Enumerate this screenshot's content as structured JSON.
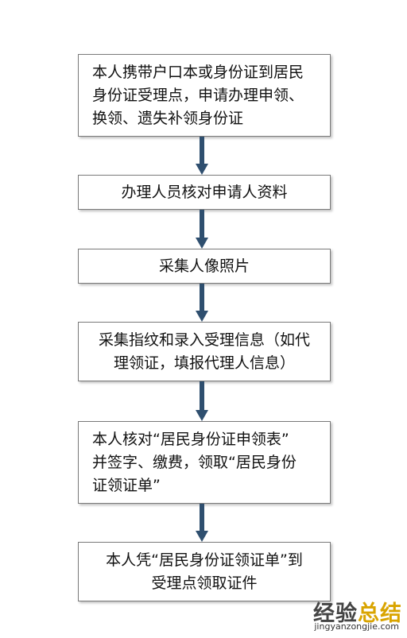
{
  "flow": {
    "steps": [
      {
        "text": "本人携带户口本或身份证到居民\n身份证受理点，申请办理申领、\n换领、遗失补领身份证"
      },
      {
        "text": "办理人员核对申请人资料"
      },
      {
        "text": "采集人像照片"
      },
      {
        "text": "采集指纹和录入受理信息（如代\n理领证，填报代理人信息）"
      },
      {
        "text": "本人核对“居民身份证申领表”\n并签字、缴费，领取“居民身份\n证领证单”"
      },
      {
        "text": "本人凭“居民身份证领证单”到\n受理点领取证件"
      }
    ],
    "arrow_color": "#2f4f6f"
  },
  "watermark": {
    "title_part1": "经验",
    "title_part2": "总结",
    "url": "jingyanzongjie.com",
    "accent_color": "#d9a400"
  }
}
